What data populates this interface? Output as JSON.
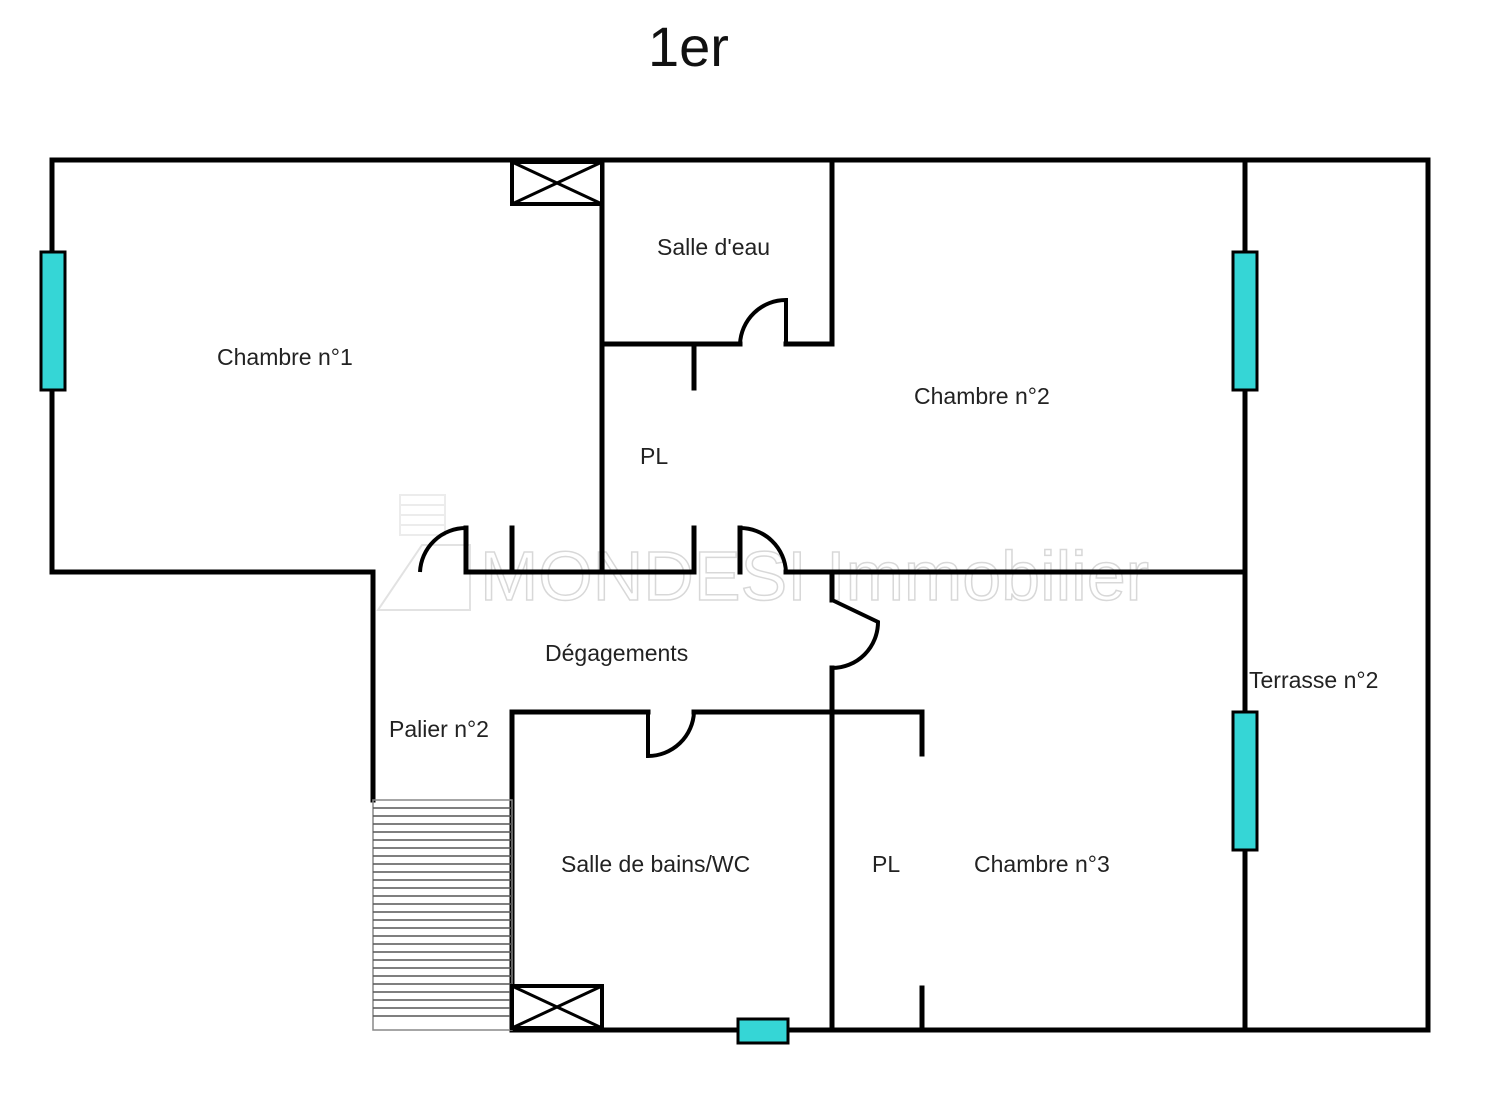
{
  "floor_title": "1er",
  "colors": {
    "window": "#35d6d6",
    "wall": "#000000",
    "background": "#ffffff"
  },
  "rooms": {
    "chambre1": "Chambre n°1",
    "salle_eau": "Salle d'eau",
    "chambre2": "Chambre n°2",
    "pl_top": "PL",
    "degagements": "Dégagements",
    "palier": "Palier n°2",
    "terrasse": "Terrasse n°2",
    "salle_bains": "Salle de bains/WC",
    "pl_bottom": "PL",
    "chambre3": "Chambre n°3"
  },
  "watermark": {
    "text": "MONDESI Immobilier"
  }
}
